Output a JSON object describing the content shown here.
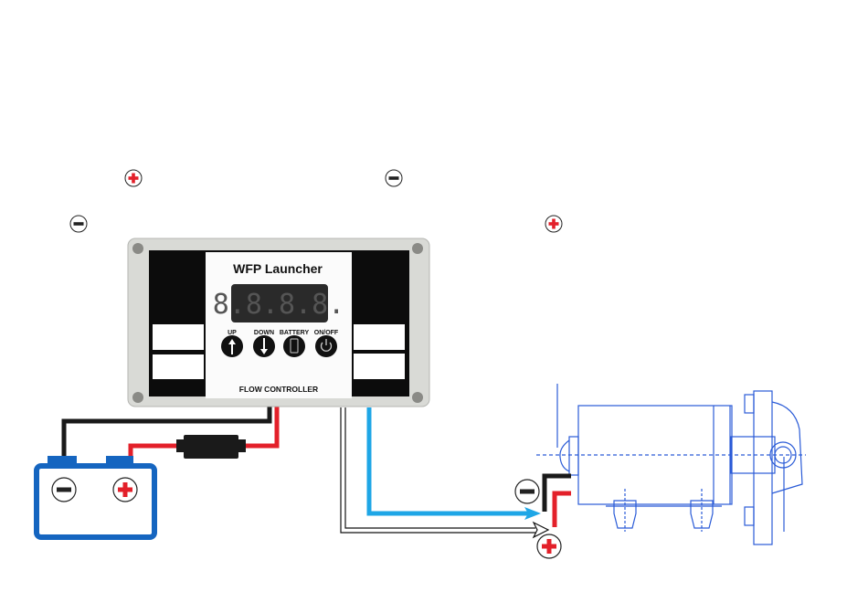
{
  "controller": {
    "brand": "WFP Launcher",
    "display_value": "8.8.8.8.",
    "buttons": [
      {
        "label": "UP",
        "icon": "arrow-up-icon"
      },
      {
        "label": "DOWN",
        "icon": "arrow-down-icon"
      },
      {
        "label": "BATTERY",
        "icon": "battery-icon"
      },
      {
        "label": "ON/OFF",
        "icon": "power-icon"
      }
    ],
    "footer_label": "FLOW CONTROLLER"
  },
  "colors": {
    "positive_wire": "#e3202a",
    "negative_wire": "#1a1a1a",
    "signal_wire": "#1ea6e6",
    "battery_outline": "#1565c0",
    "pump_outline": "#2a5bd7"
  },
  "symbols": {
    "plus": "+",
    "minus": "−"
  }
}
